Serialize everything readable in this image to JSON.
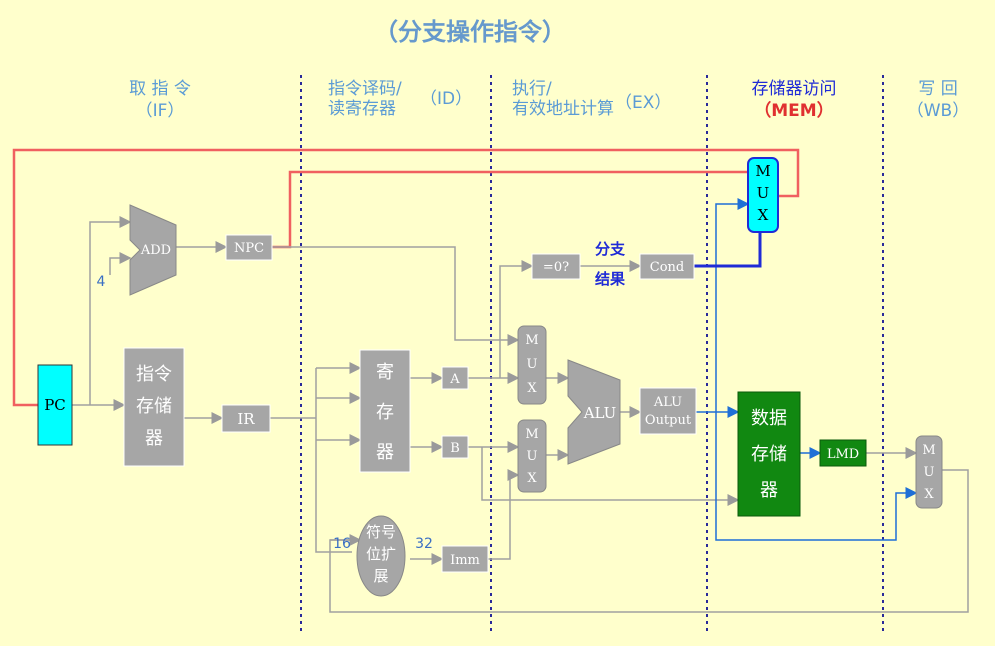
{
  "title_line2": "（分支操作指令）",
  "stages": [
    {
      "name": "取 指 令",
      "abbr": "（IF）"
    },
    {
      "name": "指令译码/",
      "name2": "读寄存器",
      "abbr": "（ID）"
    },
    {
      "name": "执行/",
      "name2": "有效地址计算",
      "abbr": "（EX）"
    },
    {
      "name": "存储器访问",
      "abbr": "（MEM）"
    },
    {
      "name": "写 回",
      "abbr": "（WB）"
    }
  ],
  "blocks": {
    "pc": "PC",
    "add": "ADD",
    "npc": "NPC",
    "four": "4",
    "instr_mem": [
      "指令",
      "存储",
      "器"
    ],
    "ir": "IR",
    "regs": [
      "寄",
      "存",
      "器"
    ],
    "a": "A",
    "b": "B",
    "sign_ext": [
      "符号",
      "位扩",
      "展"
    ],
    "n16": "16",
    "n32": "32",
    "imm": "Imm",
    "eq0": "=0?",
    "branch_result": [
      "分支",
      "结果"
    ],
    "cond": "Cond",
    "mux": [
      "M",
      "U",
      "X"
    ],
    "alu": "ALU",
    "alu_output": [
      "ALU",
      "Output"
    ],
    "data_mem": [
      "数据",
      "存储",
      "器"
    ],
    "lmd": "LMD"
  },
  "colors": {
    "background": "#ffffcc",
    "gray_box": "#a6a6a6",
    "pc_fill": "#00ffff",
    "data_mem_fill": "#118811",
    "red_path": "#f06060",
    "blue_path": "#1f2bd6",
    "stage_divider": "#2a2a9a"
  }
}
